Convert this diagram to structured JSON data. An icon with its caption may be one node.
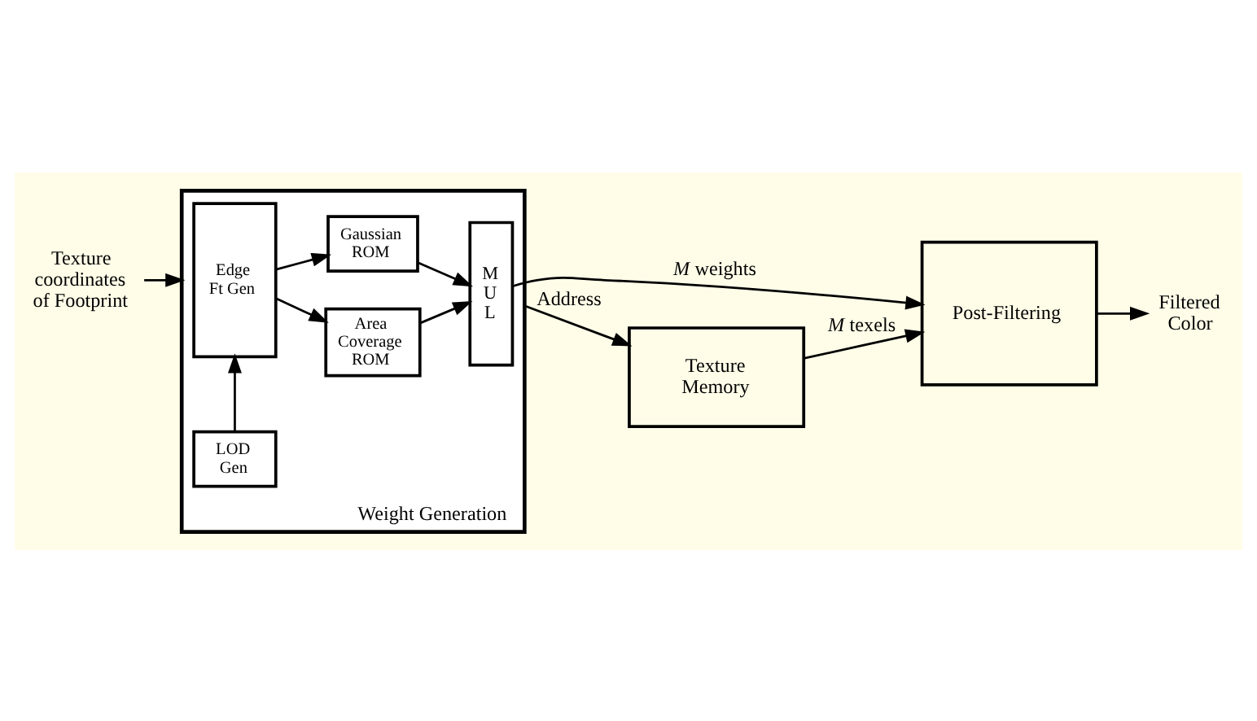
{
  "diagram": {
    "nodes": [
      {
        "text": [
          "Weight Generation"
        ]
      },
      {
        "text": [
          "LOD Gen"
        ],
        "in": 0
      },
      {
        "text": [
          "Edge Ft Gen"
        ],
        "in": 0
      },
      {
        "text": [
          "Area Coverage ROM"
        ],
        "in": 0
      },
      {
        "text": [
          "Gaussian ROM"
        ],
        "in": 0
      },
      {
        "text": [
          "M U L"
        ],
        "in": 0
      },
      {
        "text": [
          "Post-Filtering"
        ]
      },
      {
        "text": [
          "Texture Memory"
        ]
      },
      {
        "text": [
          "Texture coordinates of Footprint"
        ]
      },
      {
        "text": [
          "Filtered Color"
        ]
      }
    ],
    "edges": [
      {
        "from": 8,
        "to": 0,
        "arrow": "to"
      },
      {
        "from": 1,
        "to": 2,
        "arrow": "to"
      },
      {
        "from": 2,
        "to": 3,
        "arrow": "to"
      },
      {
        "from": 2,
        "to": 4,
        "arrow": "to"
      },
      {
        "from": 3,
        "to": 5,
        "arrow": "to"
      },
      {
        "from": 4,
        "to": 5,
        "arrow": "to"
      },
      {
        "from": 5,
        "to": 6,
        "arrow": "to",
        "label": "*M* weights"
      },
      {
        "from": 6,
        "to": 9,
        "arrow": "to"
      },
      {
        "from": 7,
        "to": 6,
        "arrow": "to",
        "label": "*M* texels"
      },
      {
        "from": 0,
        "to": 7,
        "arrow": "to",
        "label": "Address"
      }
    ]
  }
}
